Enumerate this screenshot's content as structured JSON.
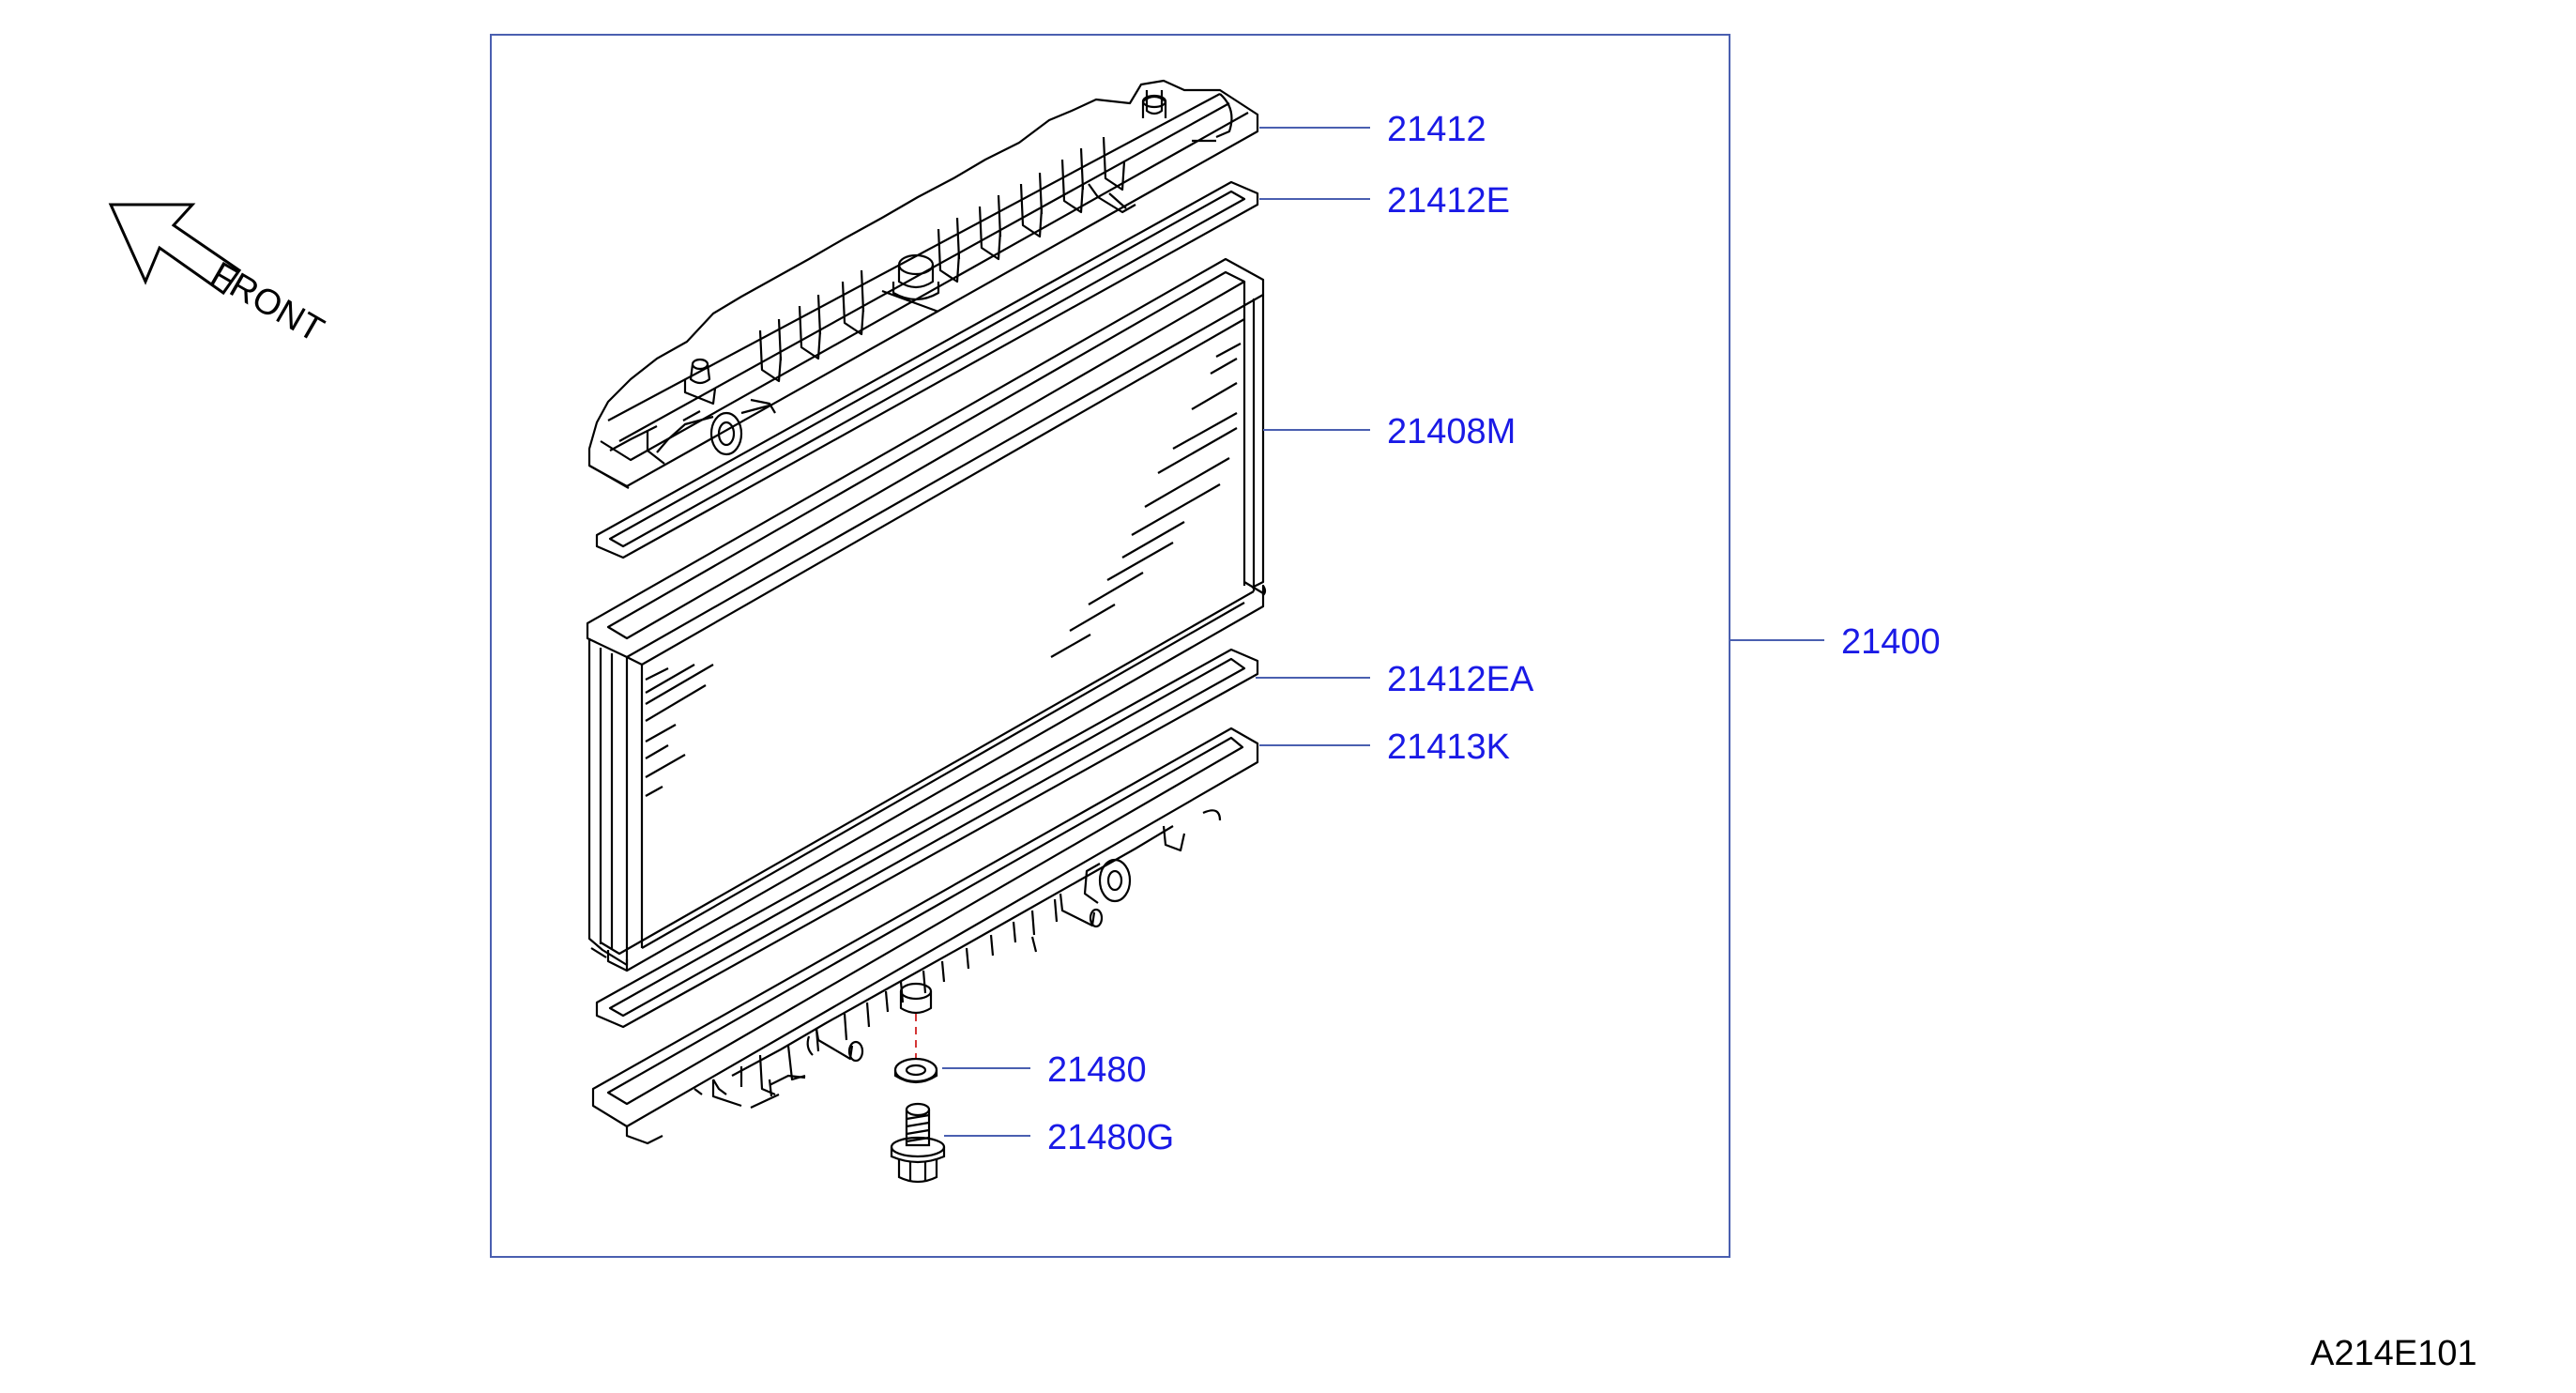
{
  "colors": {
    "line": "#000000",
    "callout_text": "#1a1ae6",
    "callout_line": "#4a5fb0",
    "frame": "#4a5fb0",
    "center_mark": "#d02020"
  },
  "front_label": "FRONT",
  "diagram_id": "A214E101",
  "callouts": [
    {
      "part": "21412"
    },
    {
      "part": "21412E"
    },
    {
      "part": "21408M"
    },
    {
      "part": "21412EA"
    },
    {
      "part": "21413K"
    },
    {
      "part": "21480"
    },
    {
      "part": "21480G"
    },
    {
      "part": "21400"
    }
  ]
}
